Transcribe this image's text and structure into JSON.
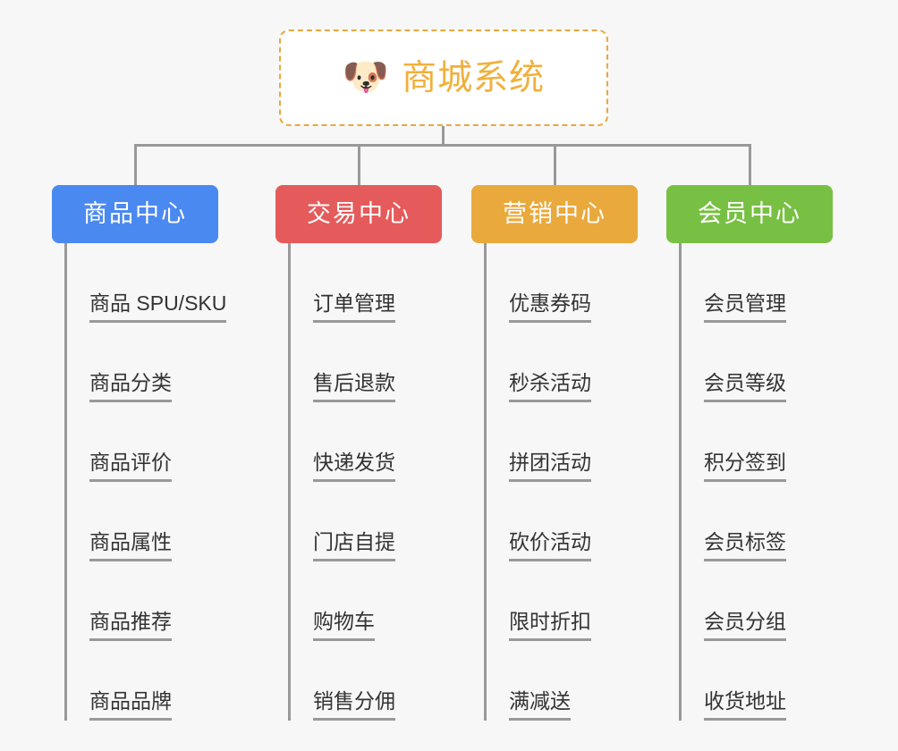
{
  "diagram": {
    "title": "商城系统",
    "root": {
      "icon": "shiba-dog-face-emoji",
      "emoji": "🐶",
      "label": "商城系统",
      "border_color": "#e9a83e",
      "text_color": "#f0b03c",
      "background": "#ffffff"
    },
    "connector_color": "#999999",
    "background": "#f7f7f7",
    "columns": [
      {
        "id": "product-center",
        "header": "商品中心",
        "color": "#4a89f0",
        "items": [
          "商品 SPU/SKU",
          "商品分类",
          "商品评价",
          "商品属性",
          "商品推荐",
          "商品品牌"
        ]
      },
      {
        "id": "trade-center",
        "header": "交易中心",
        "color": "#e55b5b",
        "items": [
          "订单管理",
          "售后退款",
          "快递发货",
          "门店自提",
          "购物车",
          "销售分佣"
        ]
      },
      {
        "id": "marketing-center",
        "header": "营销中心",
        "color": "#eaa93c",
        "items": [
          "优惠券码",
          "秒杀活动",
          "拼团活动",
          "砍价活动",
          "限时折扣",
          "满减送"
        ]
      },
      {
        "id": "member-center",
        "header": "会员中心",
        "color": "#78c043",
        "items": [
          "会员管理",
          "会员等级",
          "积分签到",
          "会员标签",
          "会员分组",
          "收货地址"
        ]
      }
    ]
  }
}
